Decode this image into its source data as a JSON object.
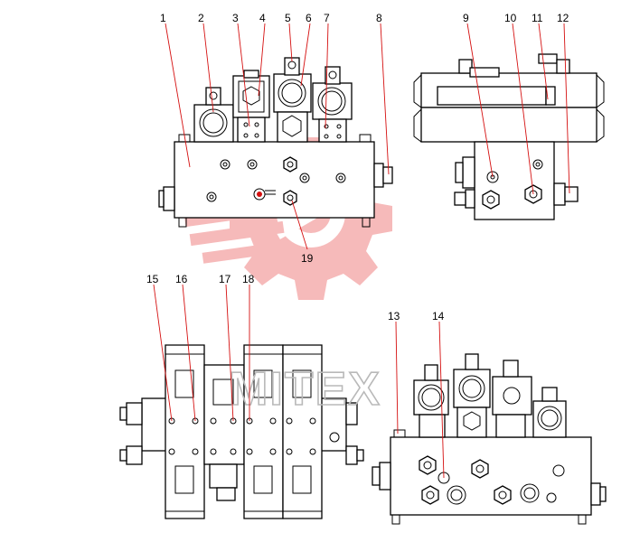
{
  "diagram": {
    "part_labels": [
      "1",
      "2",
      "3",
      "4",
      "5",
      "6",
      "7",
      "8",
      "9",
      "10",
      "11",
      "12",
      "13",
      "14",
      "15",
      "16",
      "17",
      "18",
      "19"
    ],
    "watermark": {
      "text": "MITEX",
      "color": "#f08a8a"
    },
    "colors": {
      "line": "#000000",
      "leader": "#d51010",
      "watermark_gear": "#f4a3a3",
      "watermark_text": "#b9b9b9"
    }
  }
}
